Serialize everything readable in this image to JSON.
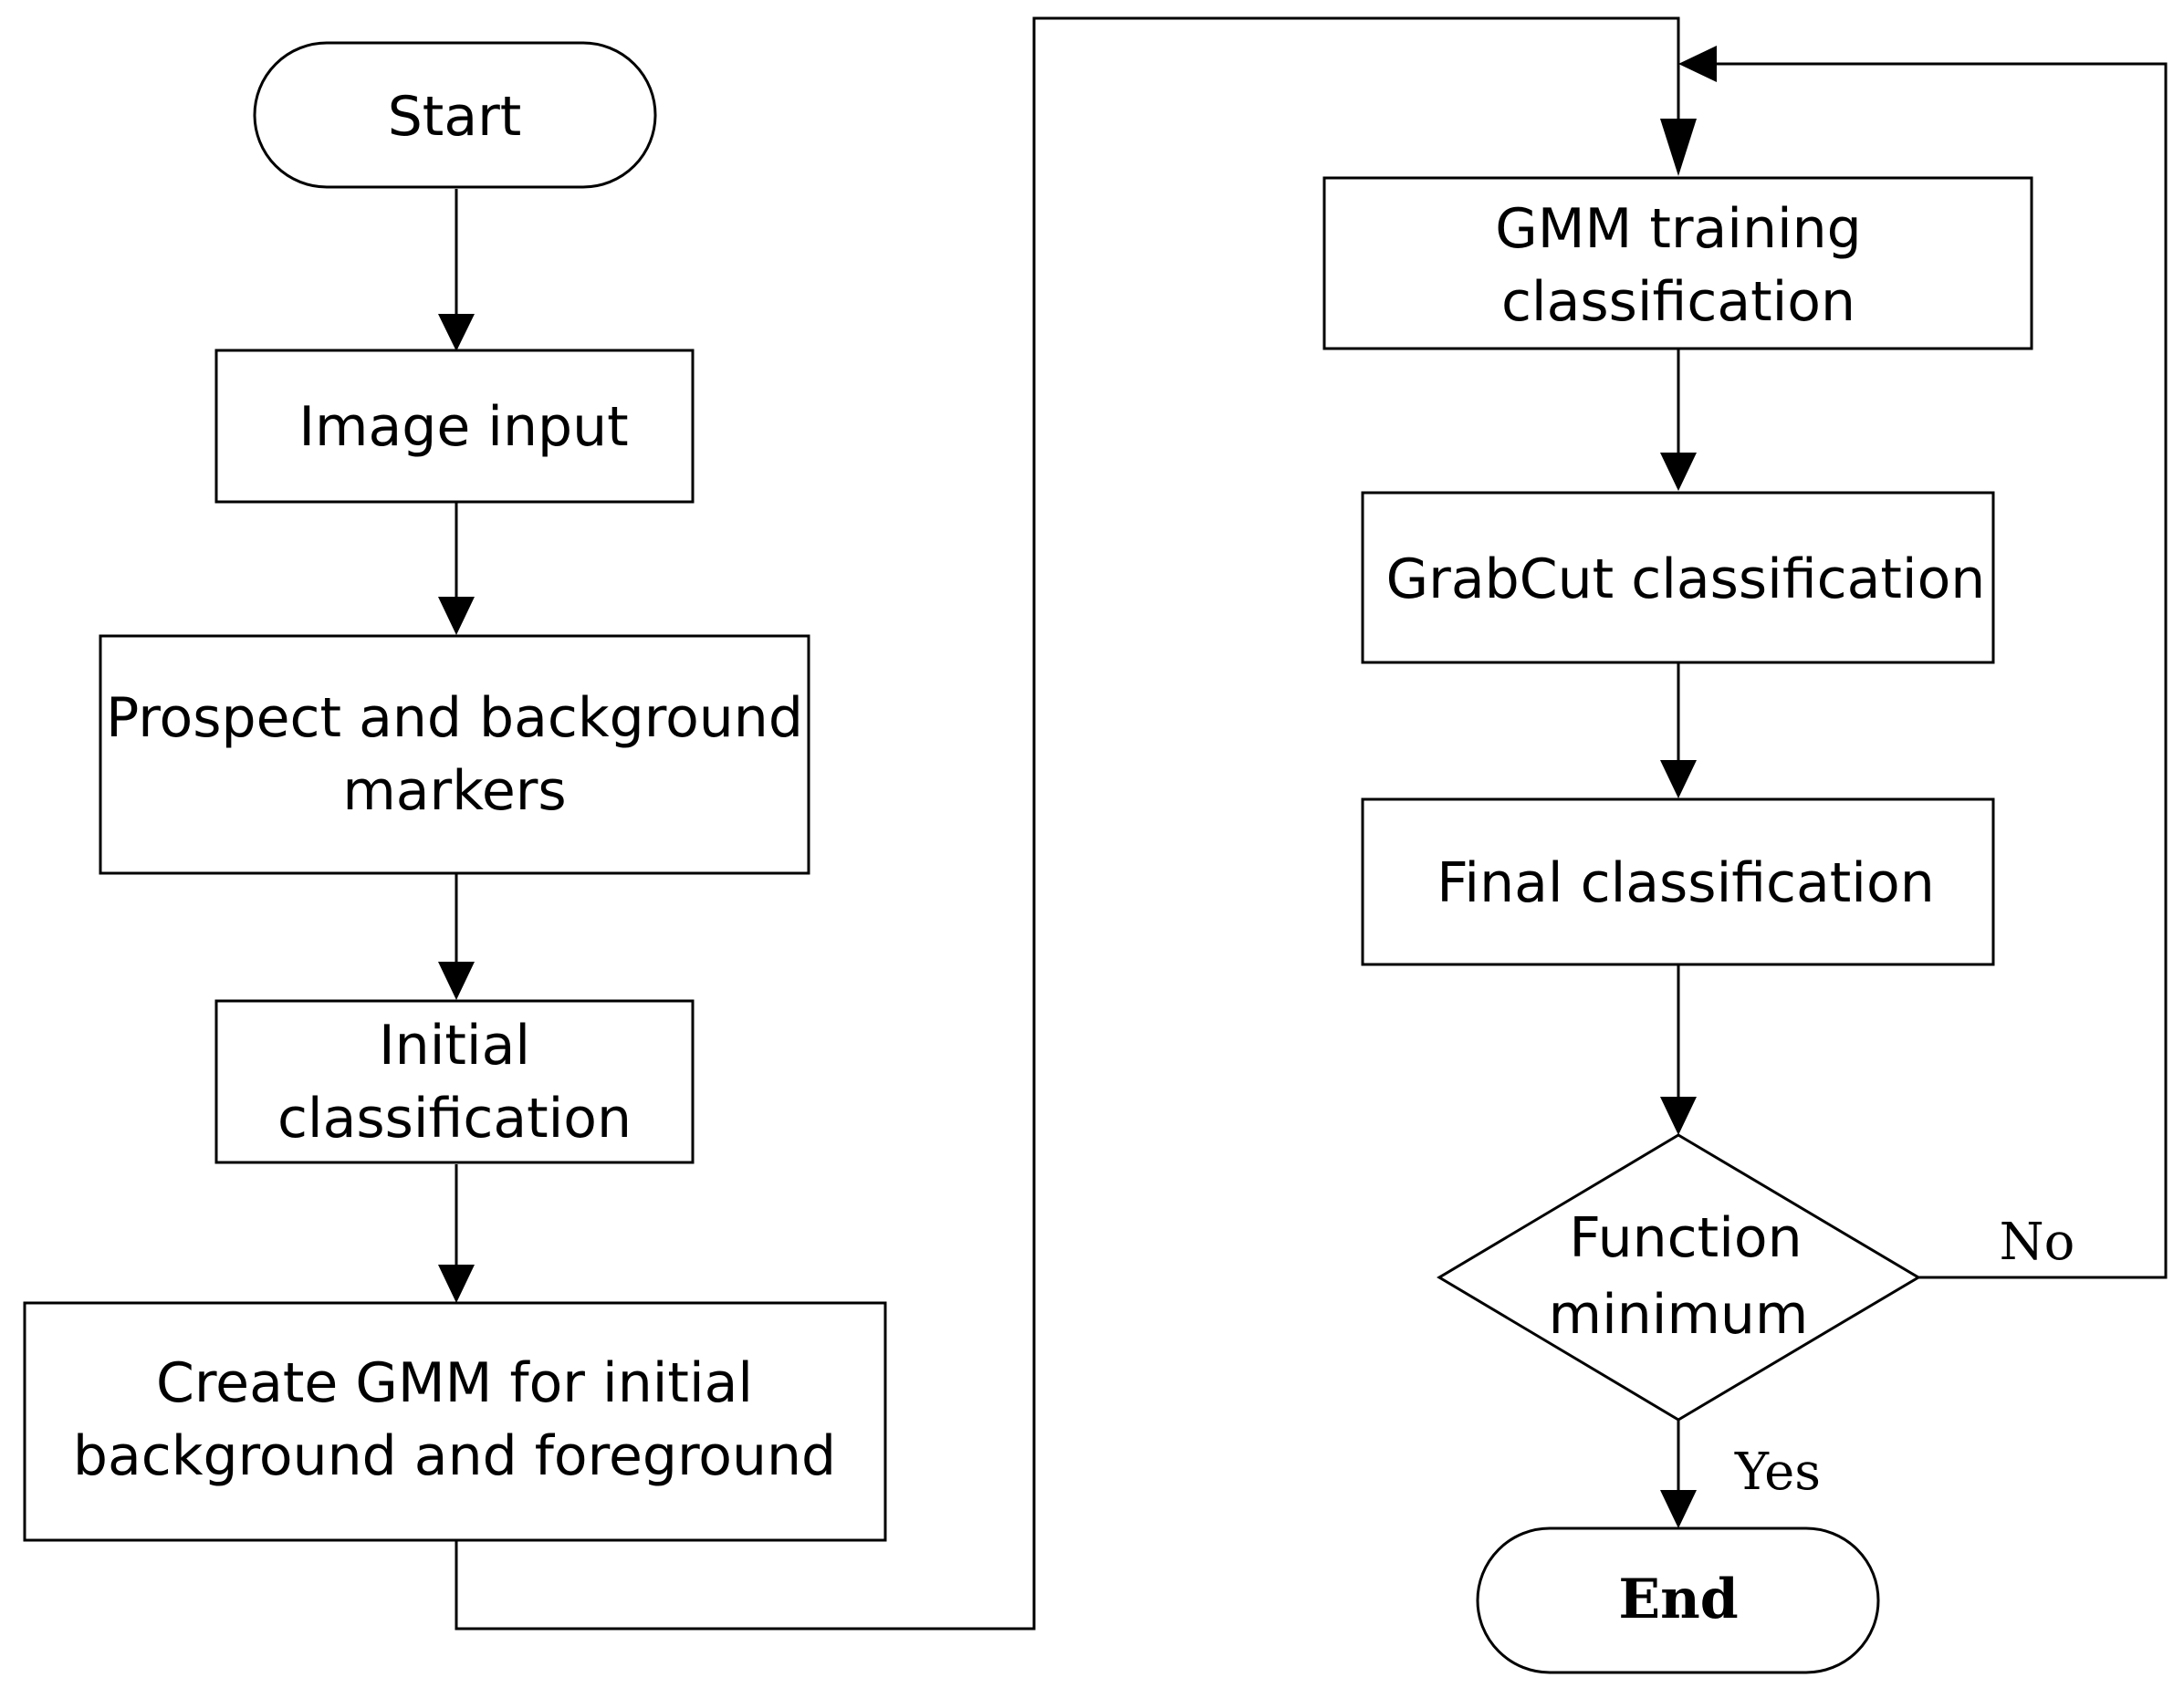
{
  "nodes": {
    "start": "Start",
    "image_input": "Image input",
    "markers": [
      "Prospect and background",
      "markers"
    ],
    "initial": [
      "Initial",
      "classification"
    ],
    "create_gmm": [
      "Create GMM for initial",
      "background and foreground"
    ],
    "gmm_training": [
      "GMM training",
      "classification"
    ],
    "grabcut": "GrabCut classification",
    "final": "Final classification",
    "decision": [
      "Function",
      "minimum"
    ],
    "end": "End"
  },
  "edges": {
    "no_label": "No",
    "yes_label": "Yes"
  }
}
